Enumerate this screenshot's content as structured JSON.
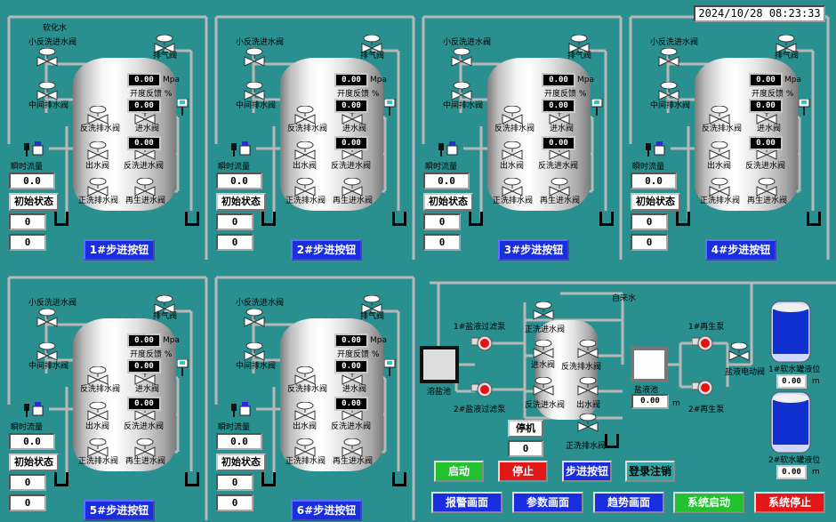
{
  "clock": "2024/10/28 08:23:33",
  "header": {
    "softened_water": "软化水",
    "tap_water": "自来水"
  },
  "units": [
    "1#",
    "2#",
    "3#",
    "4#",
    "5#",
    "6#"
  ],
  "unit": {
    "small_backwash_inlet": "小反洗进水阀",
    "vent": "排气阀",
    "pressure": "0.00",
    "pressure_unit": "Mpa",
    "feedback_label": "开度反馈 %",
    "feedback": "0.00",
    "mid_drain": "中间排水阀",
    "backwash_drain": "反洗排水阀",
    "inlet": "进水阀",
    "valve_val": "0.00",
    "outlet": "出水阀",
    "backwash_inlet": "反洗进水阀",
    "flow_label": "瞬时流量",
    "flow": "0.0",
    "forward_drain": "正洗排水阀",
    "regen_inlet": "再生进水阀",
    "init_state": "初始状态",
    "count_a": "0",
    "count_b": "0",
    "step_suffix": "步进按钮"
  },
  "regen": {
    "salt_pool": "溶盐池",
    "pump_filter1": "1#盐液过滤泵",
    "pump_filter2": "2#盐液过滤泵",
    "forward_inlet": "正洗进水阀",
    "inlet": "进水阀",
    "backwash_drain": "反洗排水阀",
    "backwash_inlet": "反洗进水阀",
    "outlet": "出水阀",
    "forward_drain": "正洗排水阀",
    "brine_pool": "盐液池",
    "brine_level": "0.00",
    "brine_unit": "m",
    "regen_pump1": "1#再生泵",
    "regen_pump2": "2#再生泵",
    "brine_valve": "盐液电动阀",
    "stop_status": "停机",
    "stop_count": "0",
    "tank1_label": "1#软水罐液位",
    "tank1_level": "0.00",
    "tank2_label": "2#软水罐液位",
    "tank2_level": "0.00",
    "tank_unit": "m"
  },
  "buttons": {
    "start": "启动",
    "stop": "停止",
    "step": "步进按钮",
    "login": "登录注销",
    "alarm": "报警画面",
    "param": "参数画面",
    "trend": "趋势画面",
    "sys_start": "系统启动",
    "sys_stop": "系统停止"
  },
  "colors": {
    "background": "#2a8f8f",
    "pipe": "#b6b6b6",
    "step_button": "#1a2ee0",
    "start": "#22c22e",
    "stop": "#e21818",
    "pump": "#e61010",
    "soft_tank": "#1030d0"
  }
}
